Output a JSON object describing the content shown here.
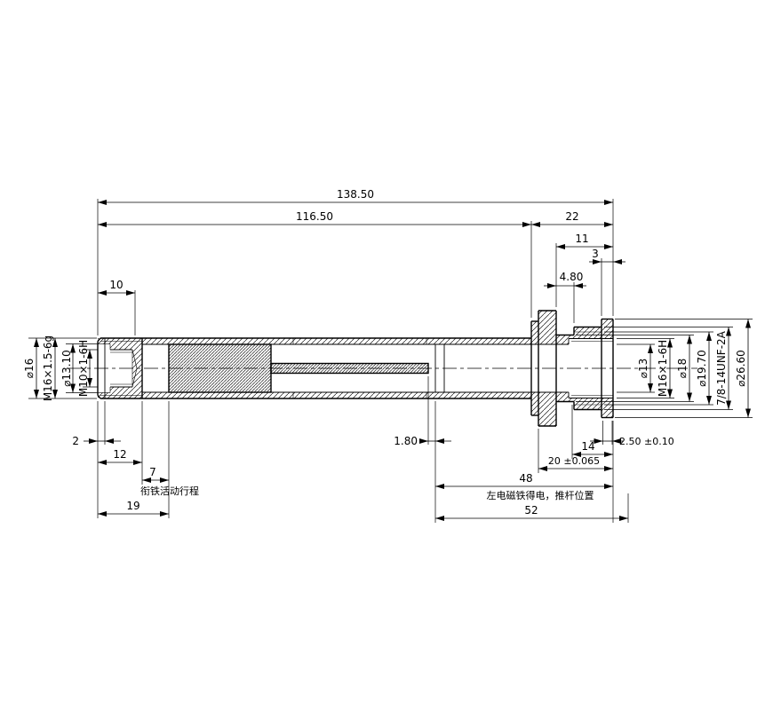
{
  "drawing": {
    "dims": {
      "top": {
        "total": "138.50",
        "body": "116.50",
        "right_section": "22",
        "d11": "11",
        "d3": "3",
        "d4_80": "4.80",
        "d10": "10"
      },
      "left": {
        "dia16": "⌀16",
        "thread_outer": "M16×1.5-6g",
        "dia13_10": "⌀13.10",
        "thread_inner": "M10×1-6H"
      },
      "right": {
        "dia13": "⌀13",
        "thread_socket": "M16×1-6H",
        "dia18": "⌀18",
        "dia19_70": "⌀19.70",
        "thread_outer": "7/8-14UNF-2A",
        "dia26_60": "⌀26.60"
      },
      "bottom": {
        "d2": "2",
        "d12": "12",
        "d7": "7",
        "d19": "19",
        "d1_80": "1.80",
        "d2_50": "2.50 ±0.10",
        "d14": "14",
        "d20": "20 ±0.065",
        "d48": "48",
        "d52": "52"
      }
    },
    "notes": {
      "armature_stroke": "衔铁活动行程",
      "pushrod_position": "左电磁铁得电，推杆位置"
    }
  }
}
